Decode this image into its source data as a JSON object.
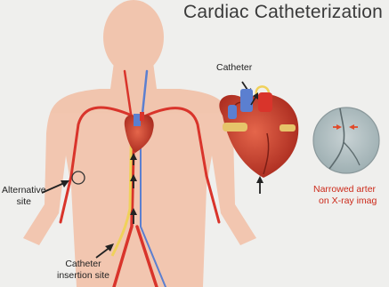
{
  "title": "Cardiac Catheterization",
  "labels": {
    "catheter": "Catheter",
    "alternative_site_line1": "Alternative",
    "alternative_site_line2": "site",
    "insertion_site_line1": "Catheter",
    "insertion_site_line2": "insertion site",
    "narrowed_line1": "Narrowed arter",
    "narrowed_line2": "on X-ray imag"
  },
  "colors": {
    "background": "#efefed",
    "body": "#f2c1a8",
    "artery": "#d9342b",
    "vein": "#5b7fd0",
    "catheter": "#f0d15a",
    "heart": "#c8412e",
    "xray_circle": "#b7c3c6",
    "narrowed_label": "#cc2a1a"
  }
}
